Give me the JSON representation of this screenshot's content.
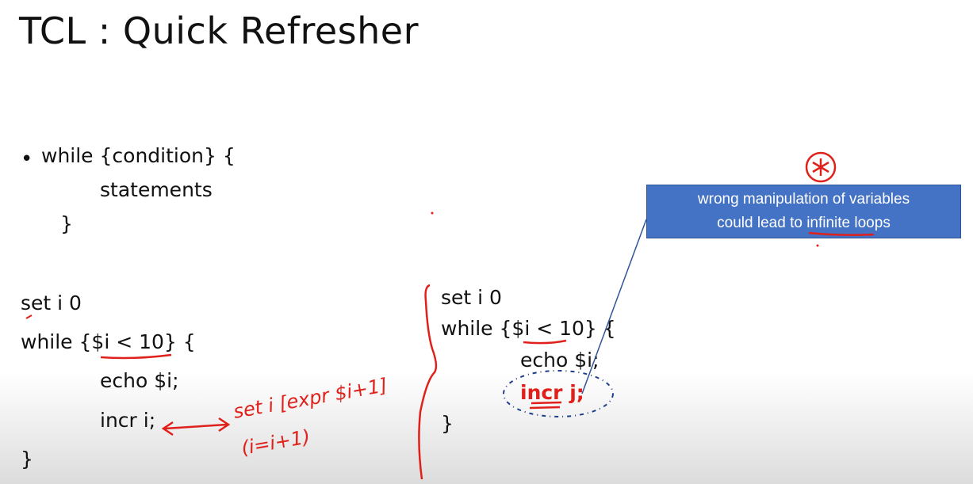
{
  "title": "TCL : Quick Refresher",
  "syntax": {
    "bullet": "•",
    "line1": "while {condition} {",
    "line2": "statements",
    "line3": "}"
  },
  "example_left": {
    "line1": "set i 0",
    "line2": "while {$i < 10} {",
    "line3": "echo $i;",
    "line4": "incr i;",
    "line5": "}"
  },
  "example_right": {
    "line1": "set i 0",
    "line2": "while {$i < 10} {",
    "line3": "echo $i;",
    "line4": "incr j;",
    "line5": "}"
  },
  "callout": {
    "line1": "wrong manipulation of variables",
    "line2": "could lead to infinite loops",
    "fill": "#4472c4"
  },
  "annotations": {
    "handwritten_1": "set i [expr $i+1]",
    "handwritten_2": "(i=i+1)",
    "ink_color": "#e0201a"
  }
}
